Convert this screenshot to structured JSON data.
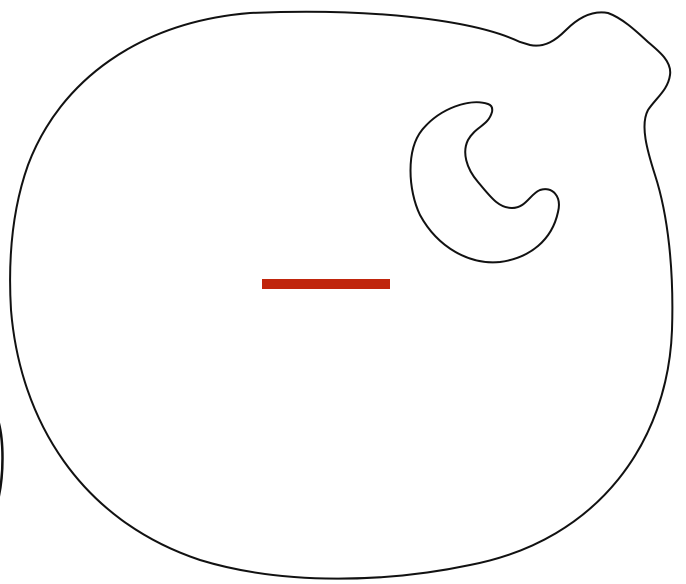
{
  "colors": {
    "background": "#ffffff",
    "outline": "#111111",
    "accent": "#c0250c"
  },
  "shapes": {
    "outer_body": "rounded-blob-outline",
    "inner_crescent": "crescent-outline",
    "center_mark": "horizontal-bar"
  }
}
